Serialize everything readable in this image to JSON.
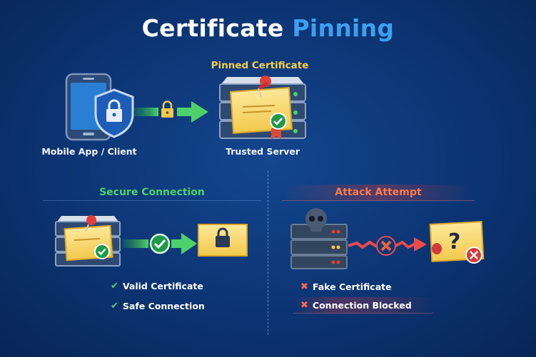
{
  "title": {
    "part1": "Certificate",
    "part2": "Pinning"
  },
  "top": {
    "pinned_label": "Pinned Certificate",
    "client_label": "Mobile App / Client",
    "server_label": "Trusted Server"
  },
  "secure": {
    "heading": "Secure Connection",
    "items": [
      {
        "icon": "check-icon",
        "glyph": "✔",
        "label": "Valid Certificate"
      },
      {
        "icon": "check-icon",
        "glyph": "✔",
        "label": "Safe Connection"
      }
    ]
  },
  "attack": {
    "heading": "Attack Attempt",
    "items": [
      {
        "icon": "x-icon",
        "glyph": "✖",
        "label": "Fake Certificate"
      },
      {
        "icon": "x-icon",
        "glyph": "✖",
        "label": "Connection Blocked"
      }
    ]
  },
  "colors": {
    "accent": "#3d9ff0",
    "green": "#4fd16a",
    "red": "#ff6a4a",
    "yellow": "#f5cf4a"
  }
}
